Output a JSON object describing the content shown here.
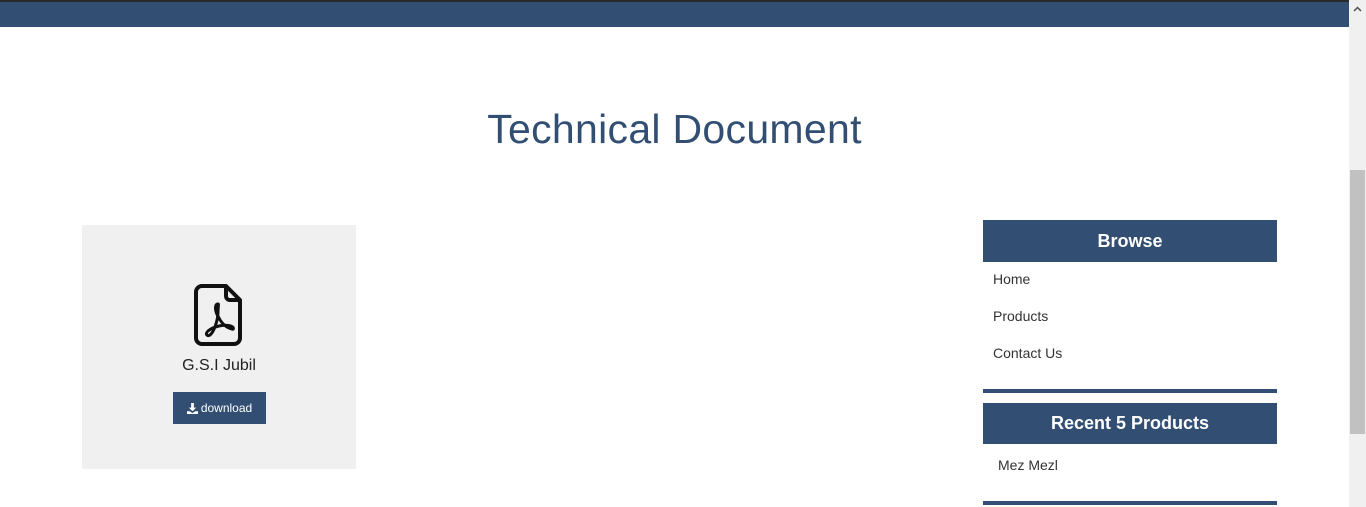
{
  "page": {
    "title": "Technical Document"
  },
  "document": {
    "name": "G.S.I Jubil",
    "download_label": "download"
  },
  "sidebar": {
    "browse": {
      "title": "Browse",
      "links": [
        "Home",
        "Products",
        "Contact Us"
      ]
    },
    "recent": {
      "title": "Recent 5 Products",
      "items": [
        "Mez Mezl"
      ]
    }
  },
  "icons": {
    "document": "pdf-file-icon",
    "download": "download-icon",
    "scroll_up": "chevron-up-icon"
  },
  "colors": {
    "brand": "#324f73",
    "card_bg": "#f0f0f0"
  }
}
